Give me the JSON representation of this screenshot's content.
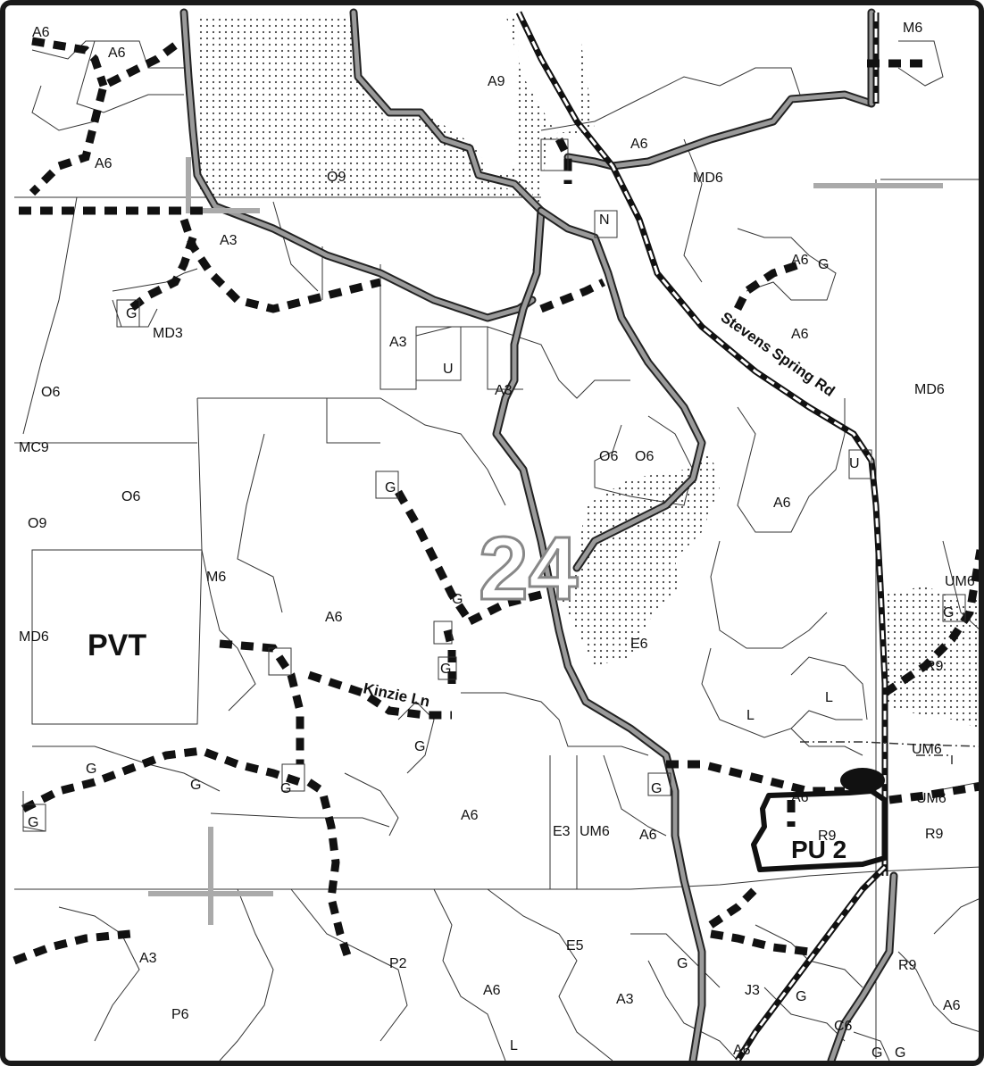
{
  "map": {
    "section_number": "24",
    "owner_labels": {
      "private": "PVT",
      "public_unit": "PU 2"
    },
    "road_names": {
      "stevens_spring": "Stevens Spring Rd",
      "kinzie": "Kinzie Ln"
    },
    "zone_labels": [
      "A6",
      "A6",
      "A6",
      "A9",
      "O9",
      "A3",
      "G",
      "MD3",
      "A6",
      "A6",
      "MD6",
      "O6",
      "M6",
      "N",
      "G",
      "A6",
      "MD6",
      "A3",
      "U",
      "A3",
      "O6",
      "MC9",
      "O6",
      "O9",
      "O6",
      "U",
      "A6",
      "G",
      "M6",
      "A6",
      "G",
      "MD6",
      "G",
      "E6",
      "UM6",
      "G",
      "R9",
      "L",
      "L",
      "G",
      "UM6",
      "G",
      "G",
      "G",
      "G",
      "A6",
      "G",
      "UM6",
      "A6",
      "E3",
      "UM6",
      "A6",
      "R9",
      "R9",
      "A3",
      "P2",
      "E5",
      "G",
      "A6",
      "A3",
      "J3",
      "G",
      "R9",
      "P6",
      "L",
      "A6",
      "C6",
      "A6",
      "G",
      "G"
    ]
  },
  "colors": {
    "linework": "#333333",
    "highway_core": "#9a9a9a",
    "road_casing": "#111111",
    "background": "#ffffff"
  },
  "legend_icons": [
    "stipple-pattern",
    "dashed-road",
    "striped-paved-road",
    "grey-highway"
  ]
}
